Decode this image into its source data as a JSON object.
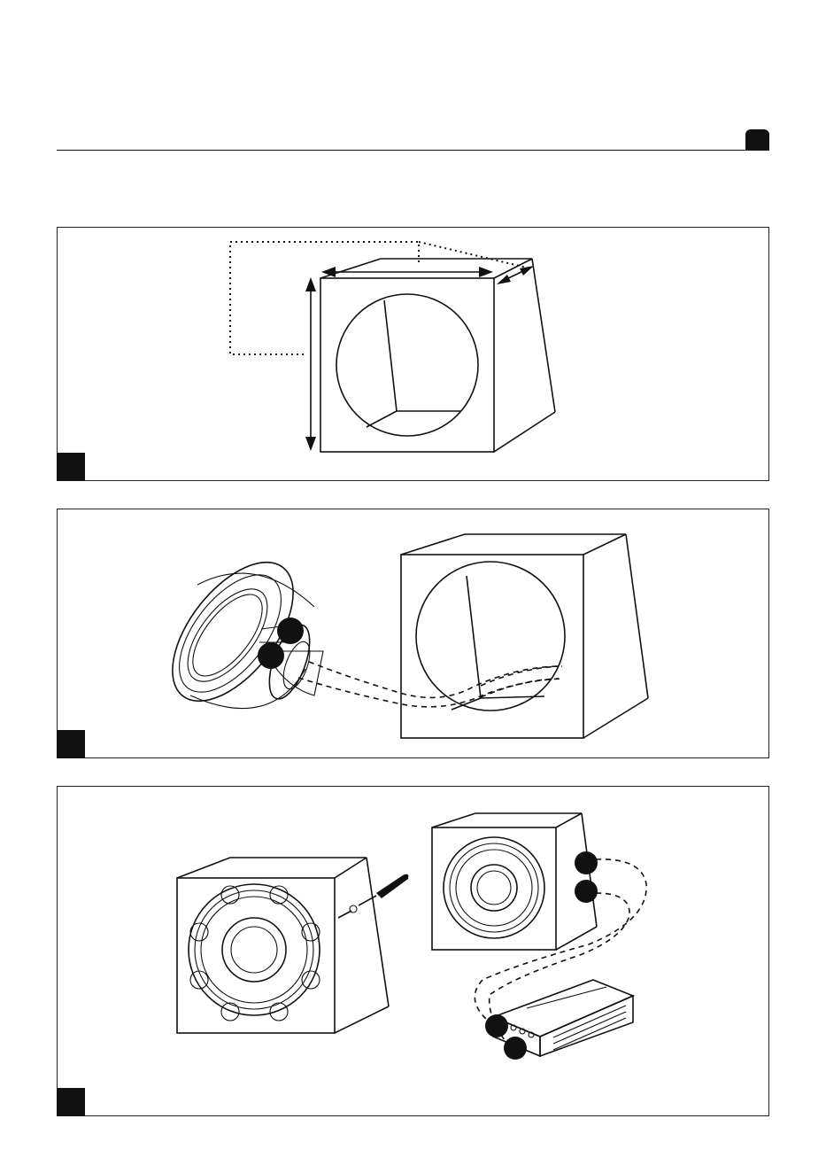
{
  "page": {
    "header": {
      "rule": "header-rule",
      "tab": "header-tab"
    },
    "panels": [
      {
        "id": "panel-1",
        "illustration": "enclosure-dimensions"
      },
      {
        "id": "panel-2",
        "illustration": "speaker-wiring-into-enclosure"
      },
      {
        "id": "panel-3",
        "illustration": "mounting-and-amplifier-connection"
      }
    ],
    "icons": [
      "screw-icon",
      "screwdriver-icon",
      "terminal-marker-icon"
    ]
  }
}
